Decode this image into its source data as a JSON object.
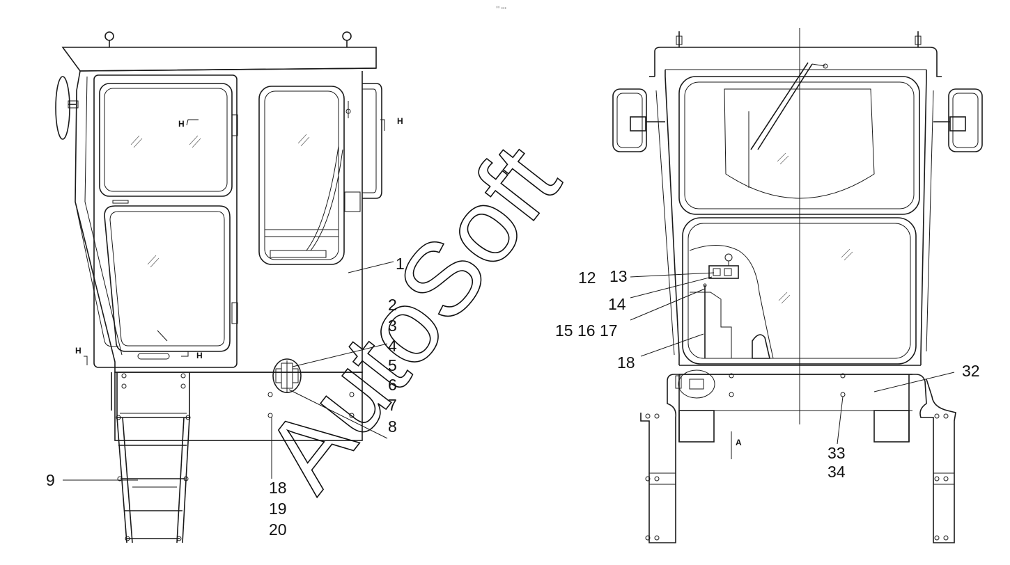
{
  "top_marker": "⁰⁰ •••",
  "watermark": "AutoSoft",
  "section_marks": {
    "h1": "H",
    "h2": "H",
    "h3": "H",
    "h4": "H",
    "a": "A"
  },
  "callouts": {
    "c1": "1",
    "c2": "2",
    "c3": "3",
    "c4": "4",
    "c5": "5",
    "c6": "6",
    "c7": "7",
    "c8": "8",
    "c9": "9",
    "c18a": "18",
    "c19": "19",
    "c20": "20",
    "c12": "12",
    "c13": "13",
    "c14": "14",
    "c15": "15 16 17",
    "c18b": "18",
    "c32": "32",
    "c33": "33",
    "c34": "34"
  },
  "colors": {
    "line": "#1a1a1a",
    "background": "#ffffff"
  }
}
